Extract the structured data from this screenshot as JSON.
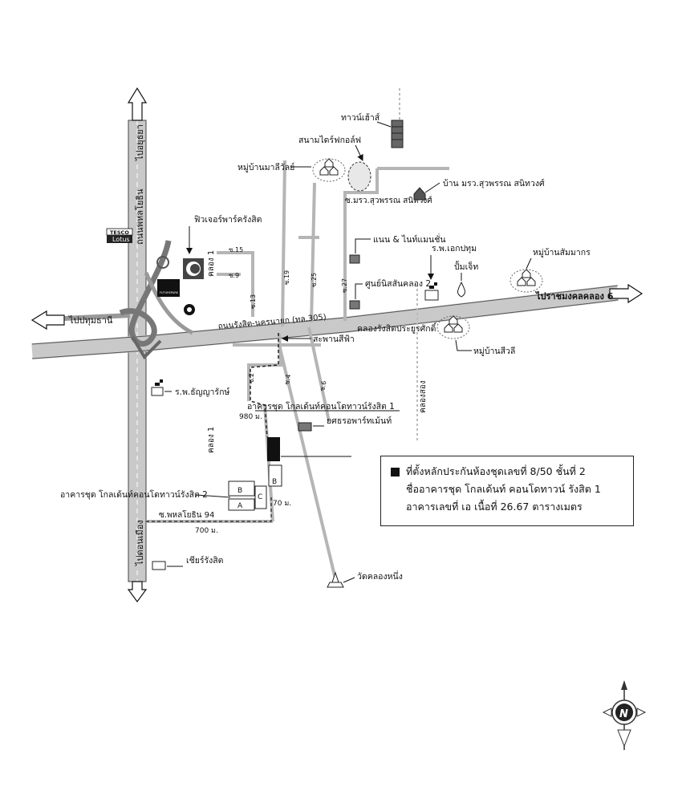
{
  "roads": {
    "phahon_north": "ไปอยุธยา",
    "phahon_name": "ถนนพหลโยธิน",
    "phahon_south": "ไปดอนเมือง",
    "to_pathum": "ไปปทุมธานี",
    "rangsit_road": "ถนนรังสิต-นครนายก (ทล.305)",
    "to_prachinburi": "ไปราชมงคลคลอง 6",
    "canal_rangsit": "คลองรังสิตประยูรศักดิ์",
    "canal_1": "คลอง 1",
    "canal_1_b": "คลอง 1",
    "canal_2": "คลองสอง",
    "phahon_94": "ซ.พหลโยธิน 94",
    "suwapan_soi": "ซ.มรว.สุวพรรณ สนิทวงศ์"
  },
  "sois": [
    "ซ.15",
    "ซ.9",
    "ซ.13",
    "ซ.19",
    "ซ.25",
    "ซ.27",
    "ซ.2",
    "ซ.4",
    "ซ.6"
  ],
  "distances": {
    "d980": "980 ม.",
    "d70": "70 ม.",
    "d700": "700 ม."
  },
  "buildings": {
    "a": "A",
    "b": "B",
    "c": "C",
    "b2": "B"
  },
  "places": {
    "townhouse": "ทาวน์เฮ้าส์",
    "skygolf": "สนามไดร์ฟกอล์ฟ",
    "malivan": "หมู่บ้านมาลีวัลย์",
    "suwapan_house": "บ้าน มรว.สุวพรรณ สนิทวงศ์",
    "future_park": "ฟิวเจอร์พาร์ครังสิต",
    "tesco_1": "TESCO",
    "tesco_2": "Lotus",
    "mansion": "แนน & ไนท์แมนชั่น",
    "rp_ekpathum": "ร.พ.เอกปทุม",
    "pump": "ปั้มเจ็ท",
    "sampan_village": "หมู่บ้านสัมมากร",
    "student_center": "ศูนย์นิสสันคลอง 2",
    "bridge": "สะพานสีฟ้า",
    "sivali_village": "หมู่บ้านสีวลี",
    "rp_thanya": "ร.พ.ธัญญารักษ์",
    "condo_1": "อาคารชุด โกลเด้นท์คอนโดทาวน์รังสิต 1",
    "yasothorn_apt": "ยศธรอพาร์ทเม้นท์",
    "condo_2": "อาคารชุด โกลเด้นท์คอนโดทาวน์รังสิต 2",
    "shell": "เชียร์รังสิต",
    "wat": "วัดคลองหนึ่ง",
    "future_brand": "FUTUREPARK"
  },
  "legend": {
    "line1": "ที่ตั้งหลักประกันห้องชุดเลขที่ 8/50 ชั้นที่ 2",
    "line2": "ชื่ออาคารชุด โกลเด้นท์ คอนโดทาวน์ รังสิต 1",
    "line3": "อาคารเลขที่ เอ เนื้อที่ 26.67 ตารางเมตร"
  },
  "compass": {
    "letter": "N"
  }
}
